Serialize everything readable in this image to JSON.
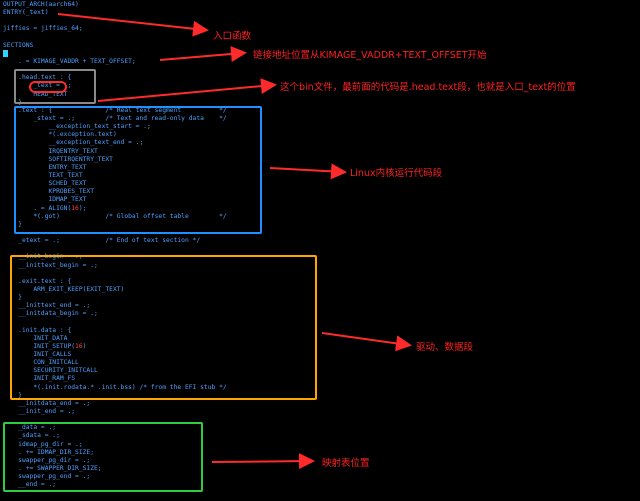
{
  "code_lines": [
    "OUTPUT_ARCH(aarch64)",
    "ENTRY(_text)",
    "",
    "jiffies = jiffies_64;",
    "",
    "SECTIONS",
    "{",
    "    . = KIMAGE_VADDR + TEXT_OFFSET;",
    "",
    "    .head.text : {",
    "        _text = .;",
    "        HEAD_TEXT",
    "    }",
    "    .text : {              /* Real text segment          */",
    "        _stext = .;        /* Text and read-only data    */",
    "            __exception_text_start = .;",
    "            *(.exception.text)",
    "            __exception_text_end = .;",
    "            IRQENTRY_TEXT",
    "            SOFTIRQENTRY_TEXT",
    "            ENTRY_TEXT",
    "            TEXT_TEXT",
    "            SCHED_TEXT",
    "            KPROBES_TEXT",
    "            IDMAP_TEXT",
    "        . = ALIGN(16);",
    "        *(.got)            /* Global offset table        */",
    "    }",
    "",
    "    _etext = .;            /* End of text section */",
    "",
    "    __init_begin = .;",
    "    __inittext_begin = .;",
    "",
    "    .exit.text : {",
    "        ARM_EXIT_KEEP(EXIT_TEXT)",
    "    }",
    "    __inittext_end = .;",
    "    __initdata_begin = .;",
    "",
    "    .init.data : {",
    "        INIT_DATA",
    "        INIT_SETUP(16)",
    "        INIT_CALLS",
    "        CON_INITCALL",
    "        SECURITY_INITCALL",
    "        INIT_RAM_FS",
    "        *(.init.rodata.* .init.bss) /* from the EFI stub */",
    "    }",
    "    __initdata_end = .;",
    "    __init_end = .;",
    "",
    "    _data = .;",
    "    _sdata = .;",
    "    idmap_pg_dir = .;",
    "    . += IDMAP_DIR_SIZE;",
    "    swapper_pg_dir = .;",
    "    . += SWAPPER_DIR_SIZE;",
    "    swapper_pg_end = .;",
    "    __end = .;"
  ],
  "annotations": {
    "entry": "入口函数",
    "link_addr": "链接地址位置从KIMAGE_VADDR+TEXT_OFFSET开始",
    "head_text": "这个bin文件，最前面的代码是.head.text段，也就是入口_text的位置",
    "kernel_code": "Linux内核运行代码段",
    "driver_data": "驱动、数据段",
    "map_table": "映射表位置"
  },
  "colors": {
    "code": "#4fa0ff",
    "arrow": "#ff2a2a",
    "head_box": "#808080",
    "text_box": "#1e90ff",
    "init_box": "#ffa500",
    "pgdir_box": "#2ecc40"
  }
}
